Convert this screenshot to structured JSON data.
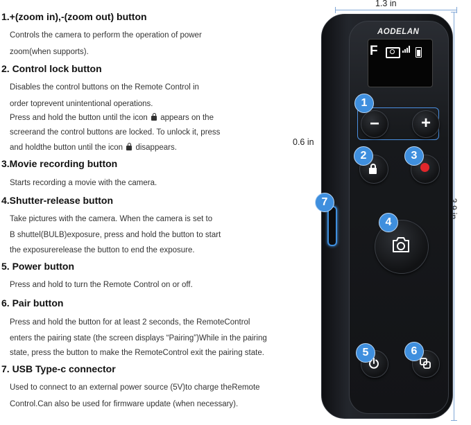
{
  "sections": [
    {
      "title": "1.+(zoom in),-(zoom out) button",
      "lines": [
        "Controls the camera to perform the operation of power",
        "zoom(when supports)."
      ]
    },
    {
      "title": "2. Control lock button",
      "lines": [
        "Disables the control buttons on the Remote Control in",
        "order toprevent unintentional operations."
      ],
      "lock_line1": {
        "before": "Press and hold the button until the icon",
        "after": "appears on the"
      },
      "line_mid": "screerand the control buttons are locked. To unlock it, press",
      "lock_line2": {
        "before": "and holdthe button until the icon",
        "after": "disappears."
      }
    },
    {
      "title": "3.Movie recording button",
      "lines": [
        "Starts recording a movie with the camera."
      ]
    },
    {
      "title": "4.Shutter-release button",
      "lines": [
        "Take pictures with the camera. When the camera is set to",
        "B shuttel(BULB)exposure, press and hold the button to start",
        "the exposurerelease the button to end the exposure."
      ]
    },
    {
      "title": "5. Power button",
      "lines": [
        "Press and hold to turn the Remote Control on or off."
      ]
    },
    {
      "title": "6. Pair button",
      "lines": [
        "Press and hold the button for at least 2 seconds, the RemoteControl",
        "enters the pairing state (the screen displays “Pairing”)While in the pairing",
        "state, press the button to make the RemoteControl exit the pairing state."
      ]
    },
    {
      "title": "7. USB Type-c connector",
      "lines": [
        "Used to connect to an external power source (5V)to charge theRemote",
        "Control.Can also be used for firmware update (when necessary)."
      ]
    }
  ],
  "dimensions": {
    "width": "1.3 in",
    "depth": "0.6 in",
    "height": "3.9 in"
  },
  "device": {
    "brand": "AODELAN",
    "screen_mode": "F",
    "screen_icons": [
      "camera-icon",
      "signal-icon",
      "battery-icon"
    ],
    "buttons": {
      "zoom_out": "−",
      "zoom_in": "+"
    },
    "badges": [
      "1",
      "2",
      "3",
      "4",
      "5",
      "6",
      "7"
    ]
  },
  "colors": {
    "badge": "#3f8fde",
    "record": "#e0262b",
    "dimension_line": "#7fa6d6"
  }
}
